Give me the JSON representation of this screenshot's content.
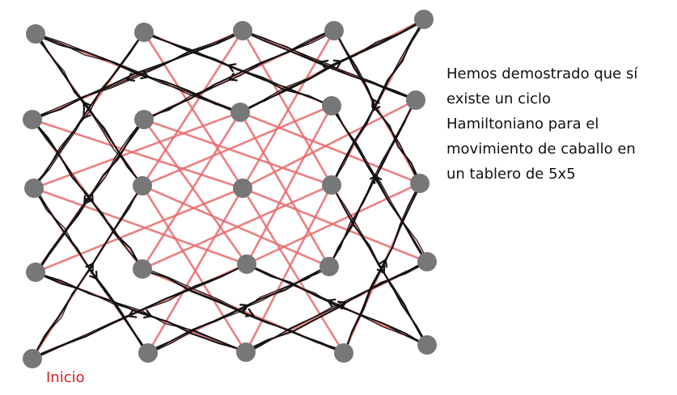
{
  "caption": {
    "lines": [
      "Hemos demostrado que sí",
      "existe un ciclo",
      "Hamiltoniano para el",
      "movimiento de caballo en",
      "un tablero de 5x5"
    ]
  },
  "start_label": "Inicio",
  "board": {
    "rows": 5,
    "cols": 5
  },
  "colors": {
    "node": "#777777",
    "move_edge": "#e8686c",
    "cycle": "#111111",
    "start_label": "#d62020",
    "caption": "#111111"
  }
}
